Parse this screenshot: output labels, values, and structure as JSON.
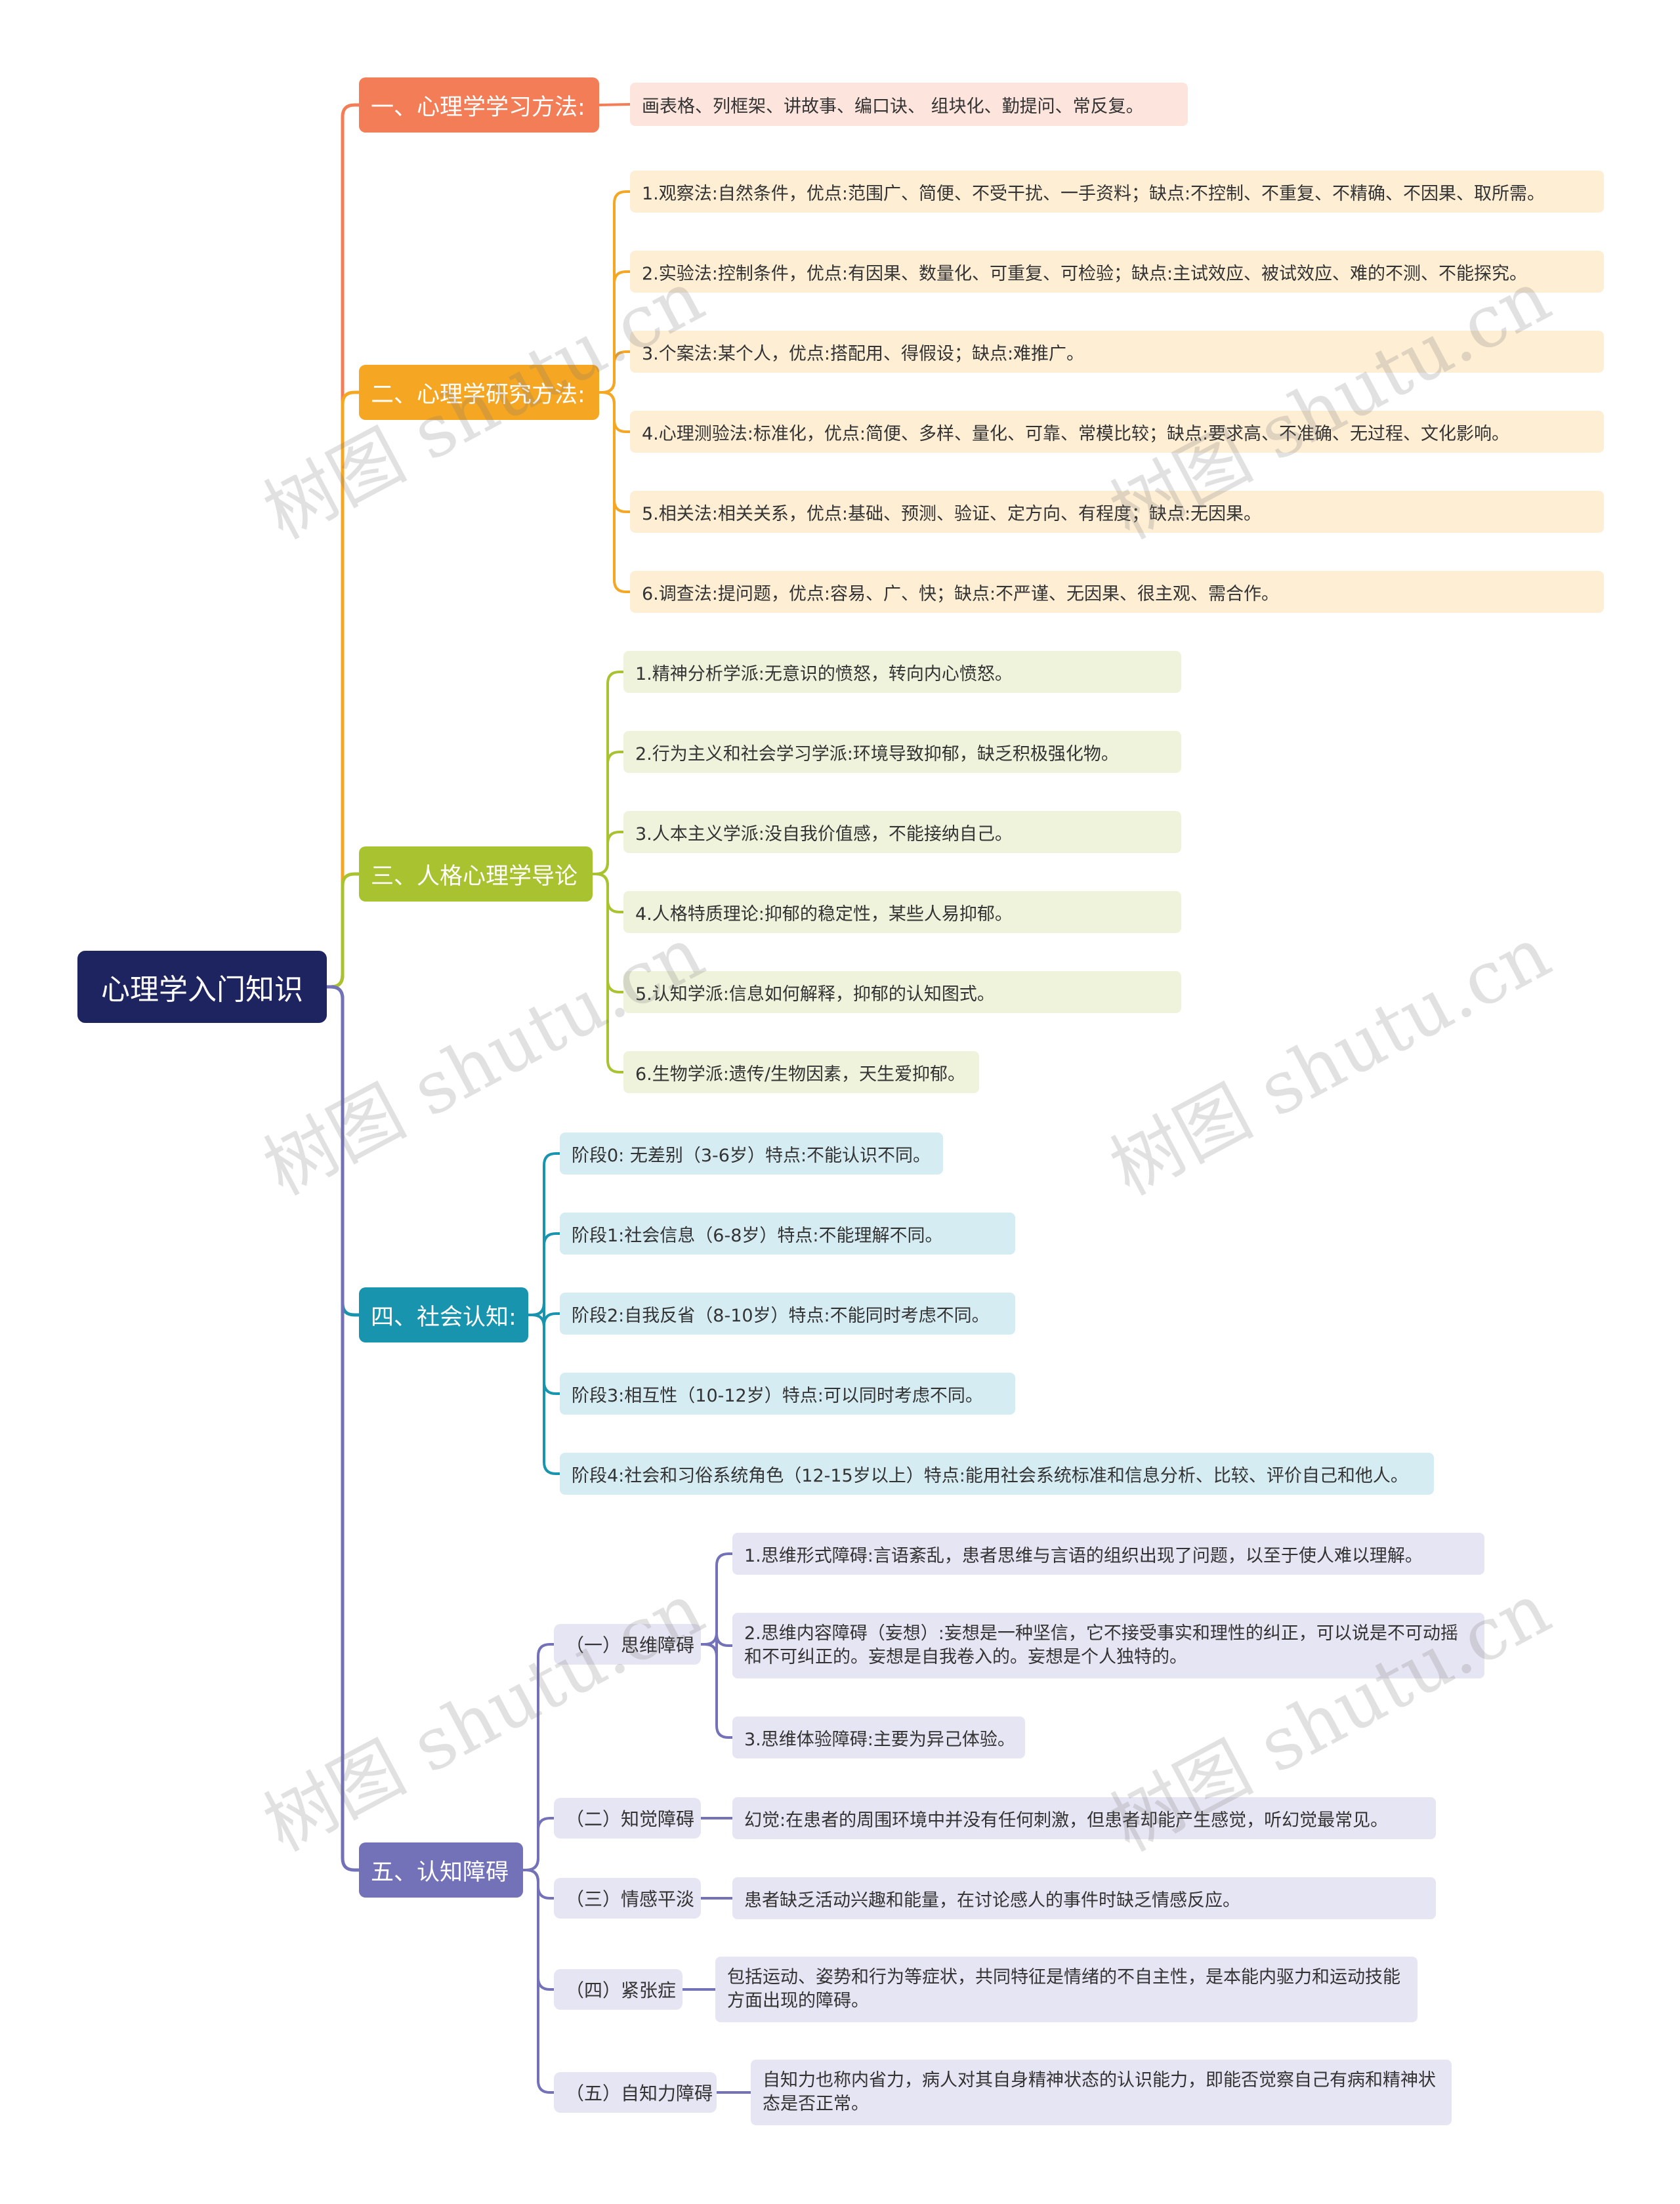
{
  "root": "心理学入门知识",
  "colors": {
    "root": "#1e2460",
    "b1": "#f37d56",
    "b1_leaf": "#fde4dc",
    "b2": "#f5a623",
    "b2_leaf": "#fdeed4",
    "b3": "#a8c230",
    "b3_leaf": "#eff3dc",
    "b4": "#1994ae",
    "b4_leaf": "#d5ecf3",
    "b5": "#7371b8",
    "b5_sub": "#e6e5f3"
  },
  "branches": [
    {
      "label": "一、心理学学习方法:",
      "items": [
        "画表格、列框架、讲故事、编口诀、 组块化、勤提问、常反复。"
      ]
    },
    {
      "label": "二、心理学研究方法:",
      "items": [
        "1.观察法:自然条件，优点:范围广、简便、不受干扰、一手资料；缺点:不控制、不重复、不精确、不因果、取所需。",
        "2.实验法:控制条件，优点:有因果、数量化、可重复、可检验；缺点:主试效应、被试效应、难的不测、不能探究。",
        "3.个案法:某个人，优点:搭配用、得假设；缺点:难推广。",
        "4.心理测验法:标准化，优点:简便、多样、量化、可靠、常模比较；缺点:要求高、不准确、无过程、文化影响。",
        "5.相关法:相关关系，优点:基础、预测、验证、定方向、有程度；缺点:无因果。",
        "6.调查法:提问题，优点:容易、广、快；缺点:不严谨、无因果、很主观、需合作。"
      ]
    },
    {
      "label": "三、人格心理学导论",
      "items": [
        "1.精神分析学派:无意识的愤怒，转向内心愤怒。",
        "2.行为主义和社会学习学派:环境导致抑郁，缺乏积极强化物。",
        "3.人本主义学派:没自我价值感，不能接纳自己。",
        "4.人格特质理论:抑郁的稳定性，某些人易抑郁。",
        "5.认知学派:信息如何解释，抑郁的认知图式。",
        "6.生物学派:遗传/生物因素，天生爱抑郁。"
      ]
    },
    {
      "label": "四、社会认知:",
      "items": [
        "阶段0: 无差别（3-6岁）特点:不能认识不同。",
        "阶段1:社会信息（6-8岁）特点:不能理解不同。",
        "阶段2:自我反省（8-10岁）特点:不能同时考虑不同。",
        "阶段3:相互性（10-12岁）特点:可以同时考虑不同。",
        "阶段4:社会和习俗系统角色（12-15岁以上）特点:能用社会系统标准和信息分析、比较、评价自己和他人。"
      ]
    },
    {
      "label": "五、认知障碍",
      "subs": [
        {
          "label": "（一）思维障碍",
          "items": [
            "1.思维形式障碍:言语紊乱，患者思维与言语的组织出现了问题，以至于使人难以理解。",
            "2.思维内容障碍（妄想）:妄想是一种坚信，它不接受事实和理性的纠正，可以说是不可动摇和不可纠正的。妄想是自我卷入的。妄想是个人独特的。",
            "3.思维体验障碍:主要为异己体验。"
          ]
        },
        {
          "label": "（二）知觉障碍",
          "items": [
            "幻觉:在患者的周围环境中并没有任何刺激，但患者却能产生感觉，听幻觉最常见。"
          ]
        },
        {
          "label": "（三）情感平淡",
          "items": [
            "患者缺乏活动兴趣和能量，在讨论感人的事件时缺乏情感反应。"
          ]
        },
        {
          "label": "（四）紧张症",
          "items": [
            "包括运动、姿势和行为等症状，共同特征是情绪的不自主性，是本能内驱力和运动技能方面出现的障碍。"
          ]
        },
        {
          "label": "（五）自知力障碍",
          "items": [
            "自知力也称内省力，病人对其自身精神状态的认识能力，即能否觉察自己有病和精神状态是否正常。"
          ]
        }
      ]
    }
  ],
  "watermark": "树图 shutu.cn"
}
